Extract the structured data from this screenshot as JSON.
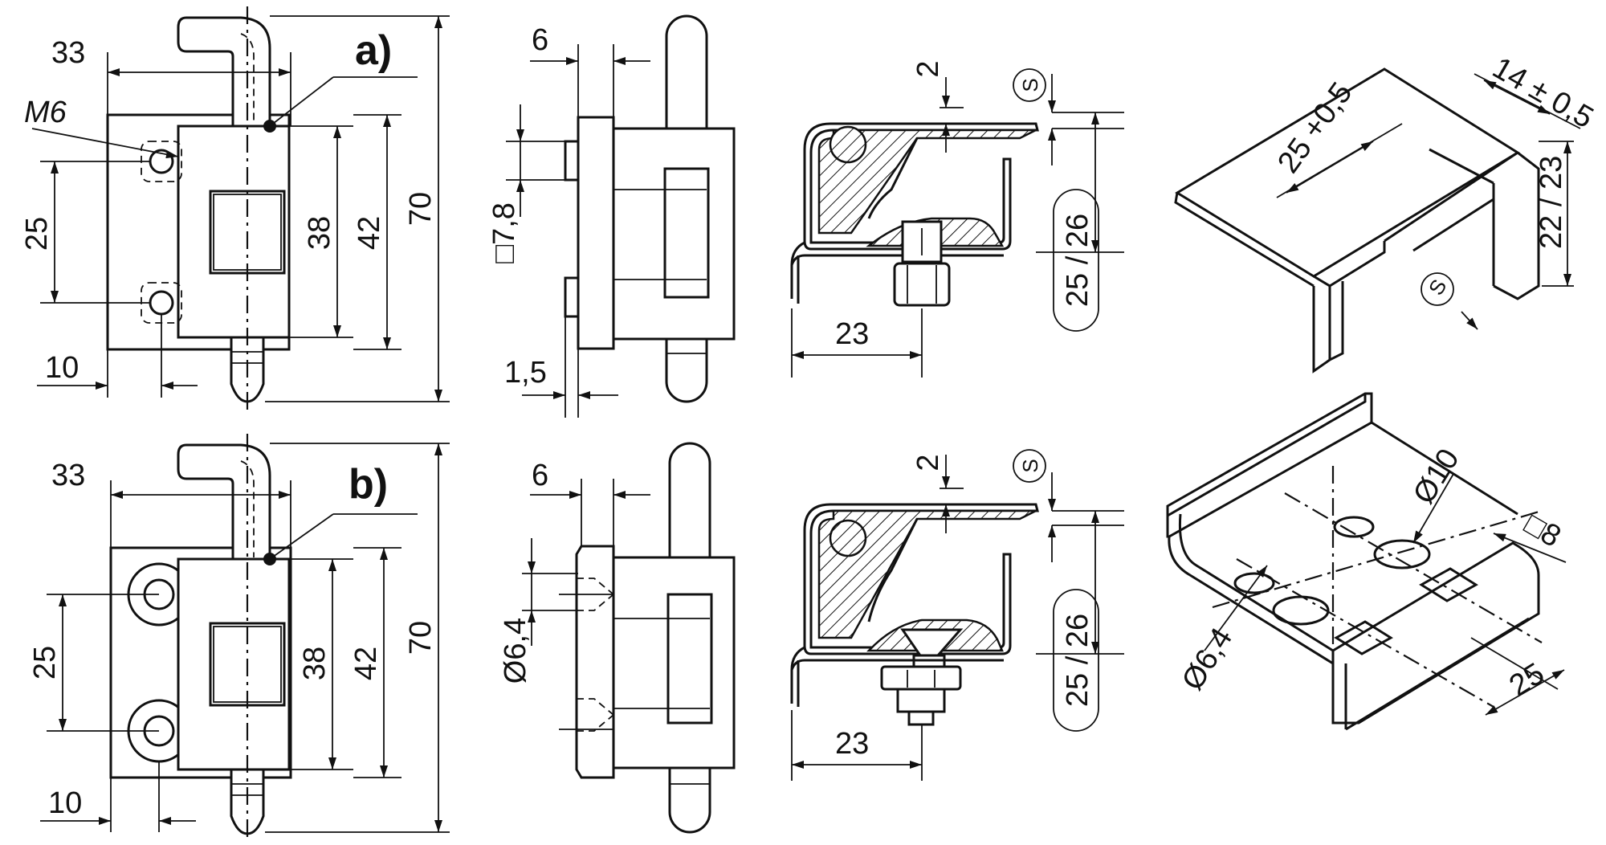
{
  "labels": {
    "variant_a": "a)",
    "variant_b": "b)"
  },
  "front_view": {
    "width": "33",
    "thread": "M6",
    "hole_spacing": "25",
    "leaf_h1": "38",
    "leaf_h2": "42",
    "total_h": "70",
    "edge": "10"
  },
  "side_view": {
    "leaf_t": "6",
    "square": "□7,8",
    "plate_t": "1,5",
    "hole_dia": "Ø6,4"
  },
  "section_view": {
    "gap": "2",
    "s_symbol": "S",
    "depth": "25 / 26",
    "width": "23"
  },
  "bracket_top": {
    "w1": "25 +0,5",
    "w2": "14 ± 0,5",
    "h": "22 / 23",
    "s_symbol": "S"
  },
  "bracket_bottom": {
    "d10": "Ø10",
    "sq8": "□8",
    "d64": "Ø6,4",
    "span": "25"
  }
}
